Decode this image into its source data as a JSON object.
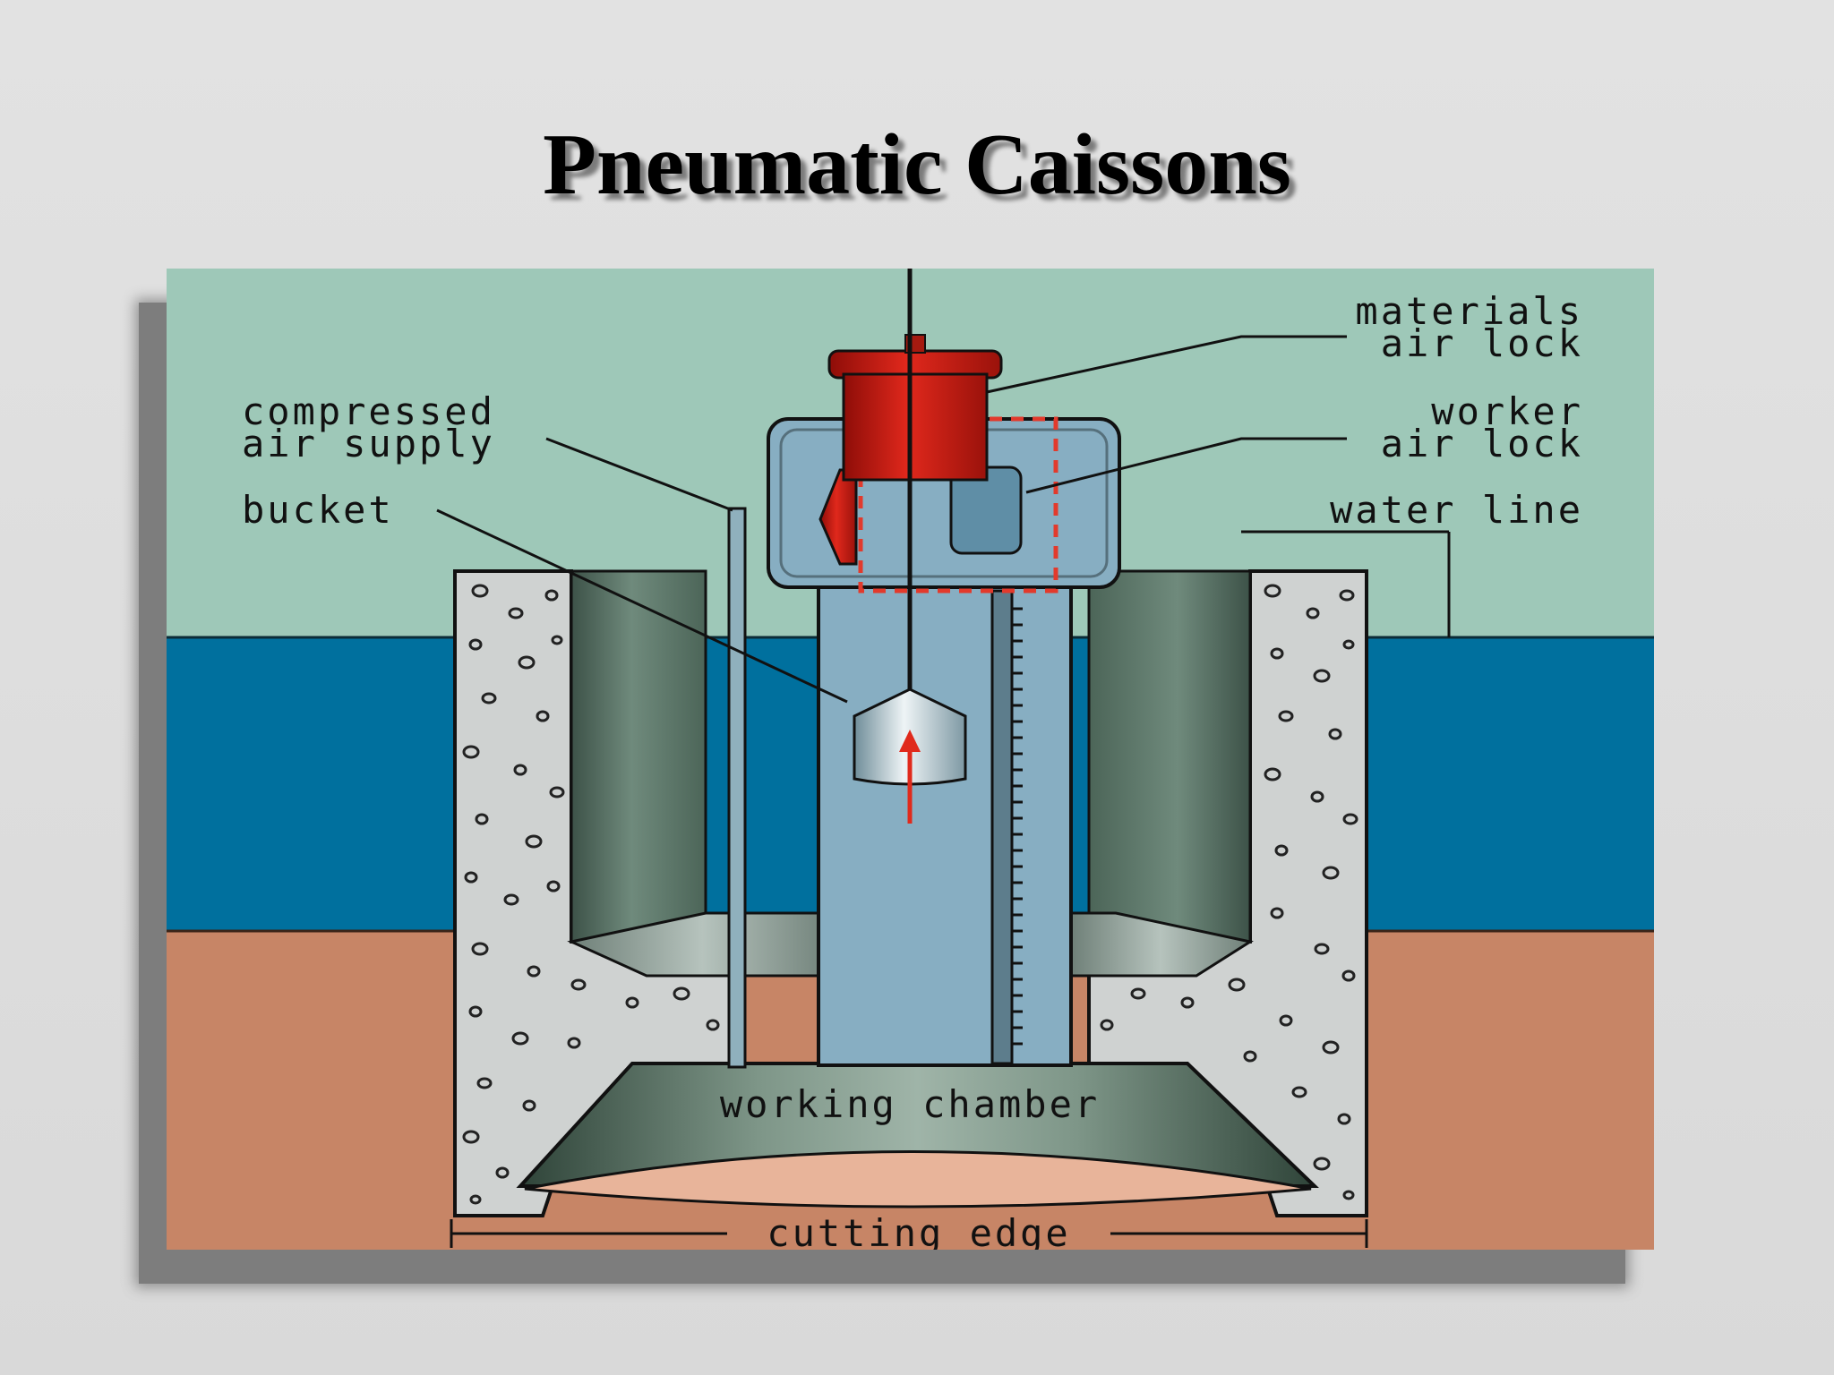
{
  "title": "Pneumatic Caissons",
  "labels": {
    "materials_air_lock": [
      "materials",
      "air lock"
    ],
    "worker_air_lock": [
      "worker",
      "air lock"
    ],
    "compressed_air_supply": [
      "compressed",
      "air supply"
    ],
    "bucket": "bucket",
    "water_line": "water line",
    "working_chamber": "working chamber",
    "cutting_edge": "cutting edge"
  },
  "colors": {
    "sky": "#9ec8b8",
    "water": "#00709e",
    "soil": "#c78566",
    "concrete": "#cfd2d1",
    "shaft": "#87aec2",
    "air_lock_red": "#cc1a12",
    "inner_wall": "#5f7a6c",
    "chamber_floor": "#e8b49a"
  }
}
